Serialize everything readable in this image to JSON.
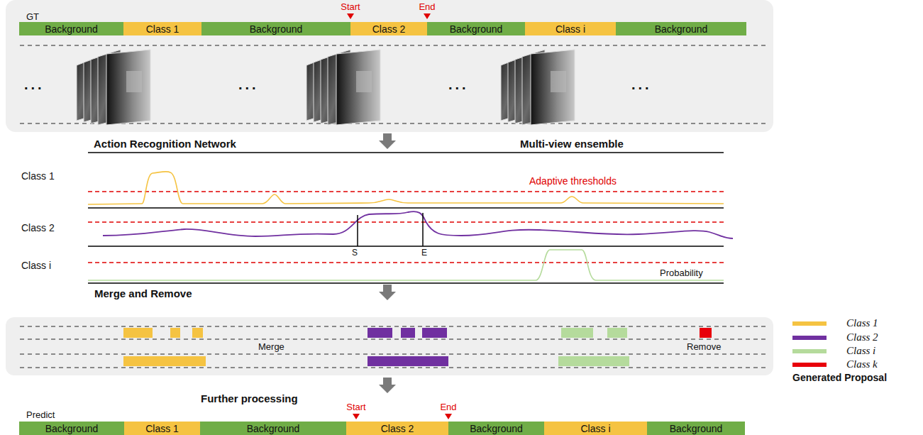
{
  "diagram": {
    "nodes": [
      {
        "text": [
          "Background"
        ]
      },
      {
        "text": [
          "Class 1"
        ]
      },
      {
        "text": [
          "Background"
        ]
      },
      {
        "text": [
          "Class 2"
        ]
      },
      {
        "text": [
          "Background"
        ]
      },
      {
        "text": [
          "Class i"
        ]
      },
      {
        "text": [
          "Background"
        ]
      },
      {
        "text": [
          "Background"
        ]
      },
      {
        "text": [
          "Class 1"
        ]
      },
      {
        "text": [
          "Background"
        ]
      },
      {
        "text": [
          "Class 2"
        ]
      },
      {
        "text": [
          "Background"
        ]
      },
      {
        "text": [
          "Class i"
        ]
      },
      {
        "text": [
          "Background"
        ]
      }
    ],
    "labels": [
      "GT",
      "Start",
      "End",
      "...",
      "...",
      "...",
      "...",
      "Action Recognition Network",
      "Multi-view ensemble",
      "Class 1",
      "Adaptive thresholds",
      "Class 2",
      "S",
      "E",
      "Class i",
      "Probability",
      "Merge and Remove",
      "Merge",
      "Remove",
      "Generated Proposal",
      "Further processing",
      "Predict",
      "Start",
      "End"
    ],
    "legend": [
      {
        "text": "Class 1",
        "color": "#F5C342"
      },
      {
        "text": "Class 2",
        "color": "#7030A0"
      },
      {
        "text": "Class i",
        "color": "#B5DB9C"
      },
      {
        "text": "Class k",
        "color": "#E8000B"
      }
    ]
  }
}
